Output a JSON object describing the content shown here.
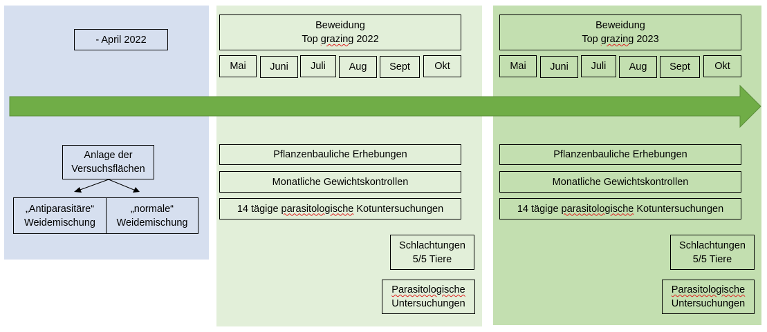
{
  "colors": {
    "phase_2021": "#d6dfef",
    "phase_2022": "#e2efd9",
    "phase_2023": "#c3dfb0",
    "arrow": "#70ad47"
  },
  "setup": {
    "date_label": "- April 2022",
    "anlage_line1": "Anlage der",
    "anlage_line2": "Versuchsflächen",
    "variant_a_line1": "„Antiparasitäre“",
    "variant_a_line2": "Weidemischung",
    "variant_b_line1": "„normale“",
    "variant_b_line2": "Weidemischung"
  },
  "seasons": [
    {
      "title_line1": "Beweidung",
      "title_top": "Top ",
      "title_grazing": "grazing",
      "title_year": " 2022",
      "months": [
        "Mai",
        "Juni",
        "Juli",
        "Aug",
        "Sept",
        "Okt"
      ],
      "pflanzen": "Pflanzenbauliche Erhebungen",
      "gewicht": "Monatliche Gewichtskontrollen",
      "kot_pre": "14 tägige ",
      "kot_sq": "parasitologische",
      "kot_post": " Kotuntersuchungen",
      "schlacht_line1": "Schlachtungen",
      "schlacht_line2": "5/5 Tiere",
      "para_line1": "Parasitologische",
      "para_line2": "Untersuchungen"
    },
    {
      "title_line1": "Beweidung",
      "title_top": "Top ",
      "title_grazing": "grazing",
      "title_year": " 2023",
      "months": [
        "Mai",
        "Juni",
        "Juli",
        "Aug",
        "Sept",
        "Okt"
      ],
      "pflanzen": "Pflanzenbauliche Erhebungen",
      "gewicht": "Monatliche Gewichtskontrollen",
      "kot_pre": "14 tägige ",
      "kot_sq": "parasitologische",
      "kot_post": " Kotuntersuchungen",
      "schlacht_line1": "Schlachtungen",
      "schlacht_line2": "5/5 Tiere",
      "para_line1": "Parasitologische",
      "para_line2": "Untersuchungen"
    }
  ]
}
